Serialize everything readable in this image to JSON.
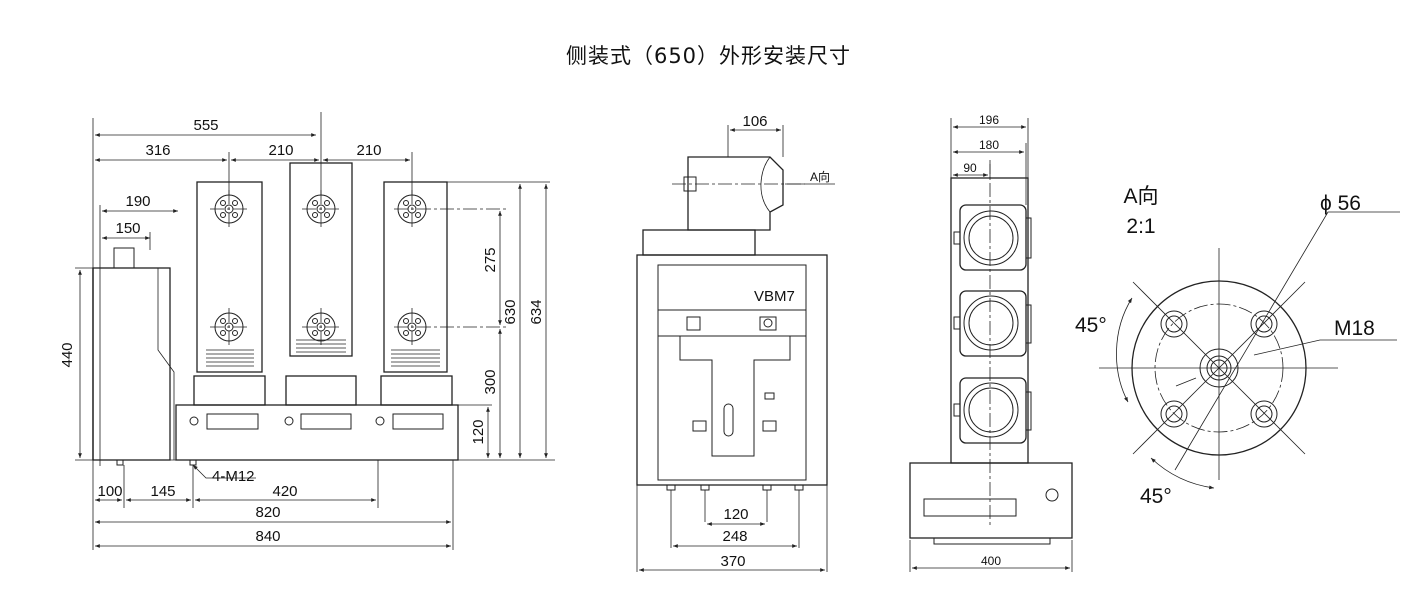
{
  "title": "侧装式（650）外形安装尺寸",
  "front_view": {
    "dims": {
      "d555": "555",
      "d316": "316",
      "d210a": "210",
      "d210b": "210",
      "d190": "190",
      "d150": "150",
      "d440": "440",
      "d275": "275",
      "d630": "630",
      "d634": "634",
      "d300": "300",
      "d120": "120",
      "d100": "100",
      "d145": "145",
      "d420": "420",
      "d820": "820",
      "d840": "840"
    },
    "hole_label": "4-M12"
  },
  "side_view": {
    "dims": {
      "d106": "106",
      "d120": "120",
      "d248": "248",
      "d370": "370"
    },
    "view_a_label": "A向",
    "model": "VBM7"
  },
  "rear_view": {
    "dims": {
      "d196": "196",
      "d180": "180",
      "d90": "90",
      "d400": "400"
    }
  },
  "detail_view": {
    "label": "A向",
    "scale": "2:1",
    "diameter": "ϕ 56",
    "thread": "M18",
    "angle1": "45°",
    "angle2": "45°"
  }
}
